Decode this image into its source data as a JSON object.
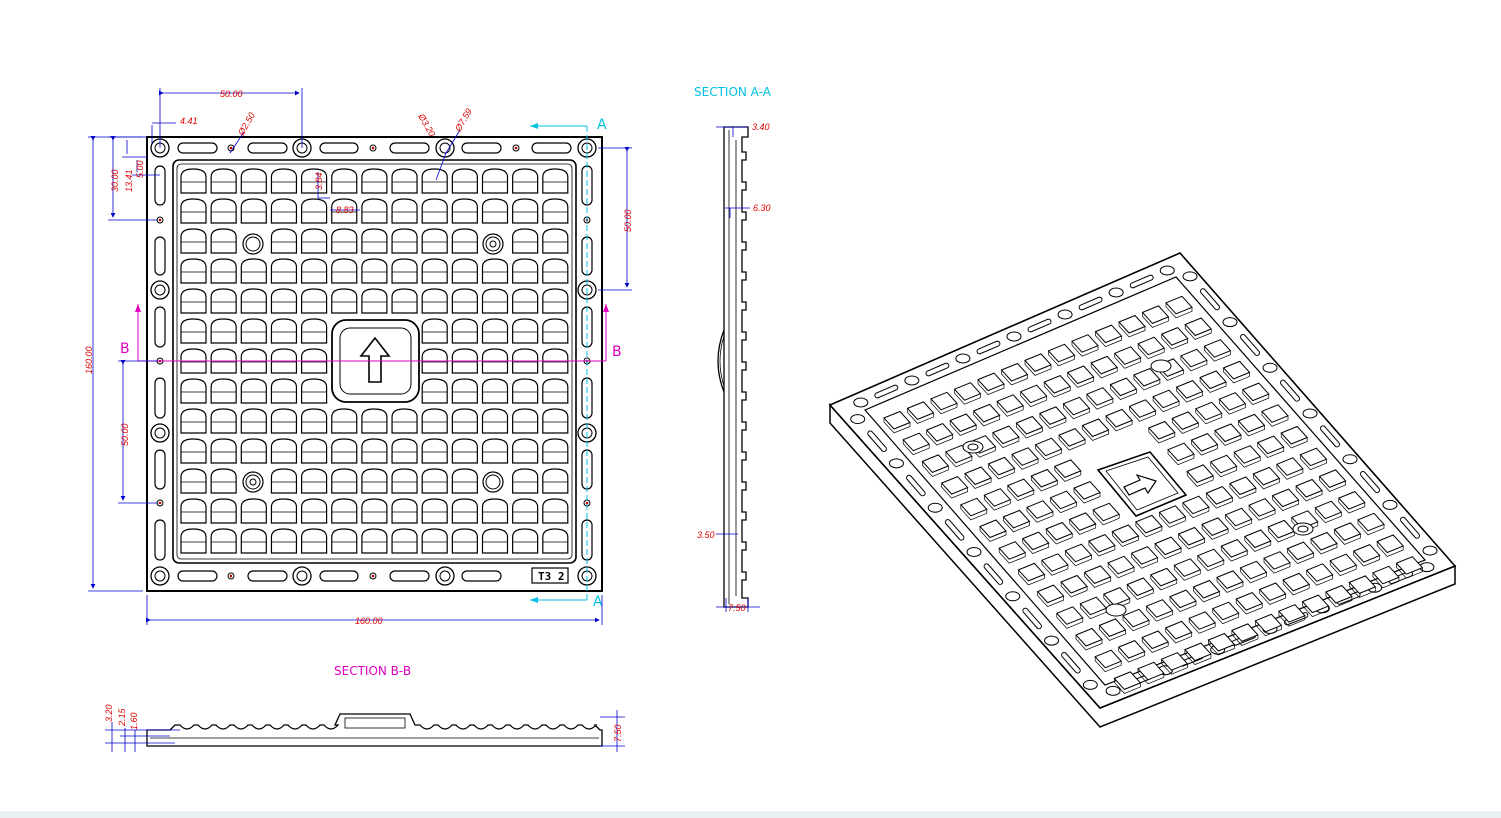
{
  "section_aa": {
    "title": "SECTION A-A",
    "marker": "A"
  },
  "section_bb": {
    "title": "SECTION B-B",
    "marker": "B"
  },
  "panel_code": "T3 2",
  "colors": {
    "line": "#000000",
    "dimension": "#0000cc",
    "dim_text": "#e00000",
    "cut_aa": "#00c0e0",
    "cut_bb": "#e000c0"
  },
  "plan_dims": {
    "width": "160.00",
    "height": "160.00",
    "pitch_top": "50.00",
    "pitch_right": "50.00",
    "pitch_left": "50.00",
    "edge_offset": "4.41",
    "side_30": "30.00",
    "side_13": "13.41",
    "side_5": "5.00",
    "hole_small": "Ø2.50",
    "hole_320": "Ø3.20",
    "hole_759": "Ø7.59",
    "cell_h": "3.84",
    "cell_w": "8.83"
  },
  "section_aa_dims": {
    "d1": "3.40",
    "d2": "6.30",
    "d3": "3.50",
    "d4": "7.50"
  },
  "section_bb_dims": {
    "d1": "3.20",
    "d2": "2.15",
    "d3": "1.60",
    "d4": "7.50"
  }
}
